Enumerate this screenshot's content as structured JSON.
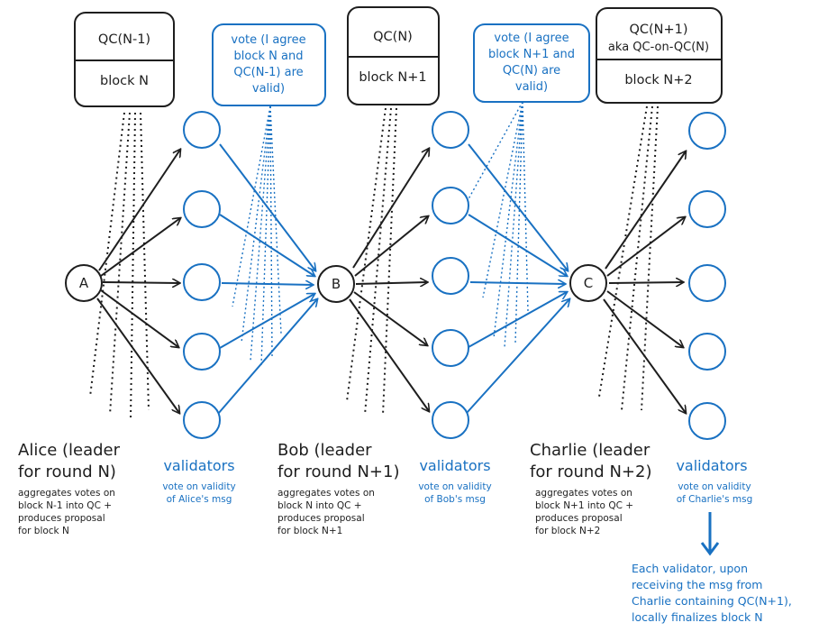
{
  "leaders": [
    {
      "node": "A",
      "title": [
        "Alice (leader",
        "for round N)"
      ],
      "desc": [
        "aggregates votes on",
        "block N-1 into QC +",
        "produces proposal",
        "for block N"
      ]
    },
    {
      "node": "B",
      "title": [
        "Bob (leader",
        "for round N+1)"
      ],
      "desc": [
        "aggregates votes on",
        "block N into QC +",
        "produces proposal",
        "for block N+1"
      ]
    },
    {
      "node": "C",
      "title": [
        "Charlie (leader",
        "for round N+2)"
      ],
      "desc": [
        "aggregates votes on",
        "block N+1 into QC +",
        "produces proposal",
        "for block N+2"
      ]
    }
  ],
  "validator_groups": [
    {
      "label": "validators",
      "desc": [
        "vote on validity",
        "of Alice's msg"
      ]
    },
    {
      "label": "validators",
      "desc": [
        "vote on validity",
        "of Bob's msg"
      ]
    },
    {
      "label": "validators",
      "desc": [
        "vote on validity",
        "of Charlie's msg"
      ]
    }
  ],
  "blocks": [
    {
      "top": [
        "QC(N-1)"
      ],
      "bottom": "block N"
    },
    {
      "top": [
        "QC(N)"
      ],
      "bottom": "block N+1"
    },
    {
      "top": [
        "QC(N+1)",
        "aka QC-on-QC(N)"
      ],
      "bottom": "block N+2"
    }
  ],
  "votes": [
    {
      "lines": [
        "vote (I agree",
        "block N and",
        "QC(N-1) are",
        "valid)"
      ]
    },
    {
      "lines": [
        "vote (I agree",
        "block N+1 and",
        "QC(N) are",
        "valid)"
      ]
    }
  ],
  "final_note": [
    "Each validator, upon",
    "receiving the msg from",
    "Charlie containing QC(N+1),",
    "locally finalizes block N"
  ],
  "colors": {
    "ink": "#1e1e1e",
    "blue": "#1971c2"
  }
}
